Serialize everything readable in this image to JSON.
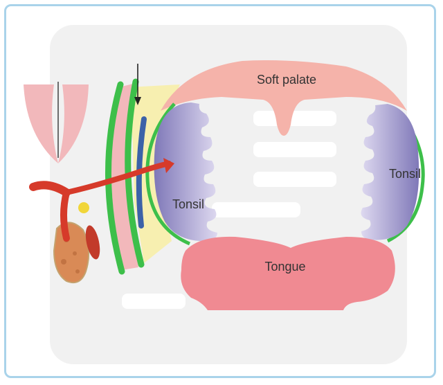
{
  "diagram": {
    "labels": {
      "soft_palate": "Soft palate",
      "tonsil_left": "Tonsil",
      "tonsil_right": "Tonsil",
      "tongue": "Tongue"
    },
    "colors": {
      "soft_palate": "#f5b3aa",
      "tonsil": "#8f87c0",
      "tongue": "#f08a92",
      "mucosa": "#3dbf4a",
      "artery": "#d63a2a",
      "fascia": "#f7efb0",
      "muscle_band": "#f2b8bb",
      "nerve": "#3c62a8",
      "gland": "#d98a56",
      "frame_border": "#a9d3ea"
    }
  }
}
